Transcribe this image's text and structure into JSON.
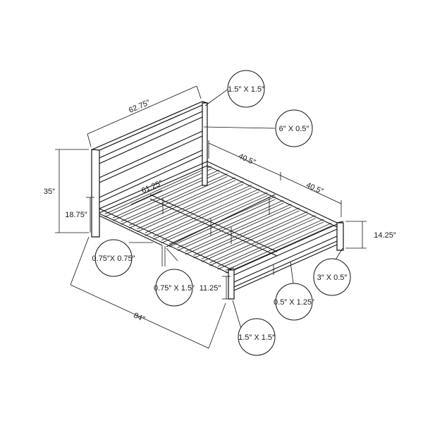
{
  "dimensions": {
    "headboard_width": "62.75″",
    "overall_height": "35″",
    "rail_height": "18.75″",
    "inner_width": "61.25″",
    "half_length_a": "40.5″",
    "half_length_b": "40.5″",
    "overall_length": "84″",
    "footboard_height": "14.25″",
    "leg_clearance": "11.25″"
  },
  "callouts": {
    "headboard_post": "1.5″ X 1.5″",
    "headboard_panel": "6″ X 0.5″",
    "corner_leg": "0.75″X 0.75″",
    "side_rail": "0.75″ X 1.5″",
    "foot_post": "1.5″ X 1.5″",
    "foot_rail": "0.5″ X 1.25″",
    "foot_panel": "3″ X 0.5″"
  }
}
